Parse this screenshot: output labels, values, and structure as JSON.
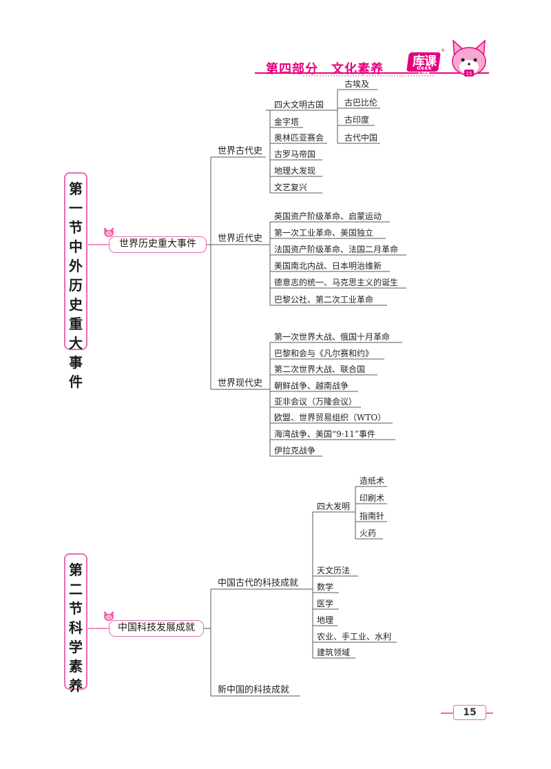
{
  "header": {
    "title": "第四部分　文化素养",
    "logo_text": "库课",
    "logo_sub": "Geek Life",
    "logo_reg": "®",
    "mascot_badge": "15"
  },
  "section1": {
    "tag": [
      "第",
      "一",
      "节",
      "",
      "中",
      "外",
      "历",
      "史",
      "重",
      "大",
      "事",
      "件"
    ],
    "topic": "世界历史重大事件",
    "branches": {
      "ancient": {
        "label": "世界古代史",
        "items": [
          "四大文明古国",
          "金字塔",
          "奥林匹亚赛会",
          "古罗马帝国",
          "地理大发现",
          "文艺复兴"
        ],
        "sub": [
          "古埃及",
          "古巴比伦",
          "古印度",
          "古代中国"
        ]
      },
      "modern": {
        "label": "世界近代史",
        "items": [
          "英国资产阶级革命、启蒙运动",
          "第一次工业革命、美国独立",
          "法国资产阶级革命、法国二月革命",
          "美国南北内战、日本明治维新",
          "德意志的统一、马克思主义的诞生",
          "巴黎公社、第二次工业革命"
        ]
      },
      "contemporary": {
        "label": "世界现代史",
        "items": [
          "第一次世界大战、俄国十月革命",
          "巴黎和会与《凡尔赛和约》",
          "第二次世界大战、联合国",
          "朝鲜战争、越南战争",
          "亚非会议（万隆会议）",
          "欧盟、世界贸易组织（WTO）",
          "海湾战争、美国“9·11”事件",
          "伊拉克战争"
        ]
      }
    }
  },
  "section2": {
    "tag": [
      "第",
      "二",
      "节",
      "",
      "科",
      "学",
      "素",
      "养"
    ],
    "topic": "中国科技发展成就",
    "branches": {
      "ancient": {
        "label": "中国古代的科技成就",
        "group": "四大发明",
        "group_items": [
          "造纸术",
          "印刷术",
          "指南针",
          "火药"
        ],
        "items": [
          "天文历法",
          "数学",
          "医学",
          "地理",
          "农业、手工业、水利",
          "建筑领域"
        ]
      },
      "new": {
        "label": "新中国的科技成就"
      }
    }
  },
  "page": {
    "number": "15"
  },
  "colors": {
    "accent": "#e6007e",
    "border": "#e66bb0"
  }
}
